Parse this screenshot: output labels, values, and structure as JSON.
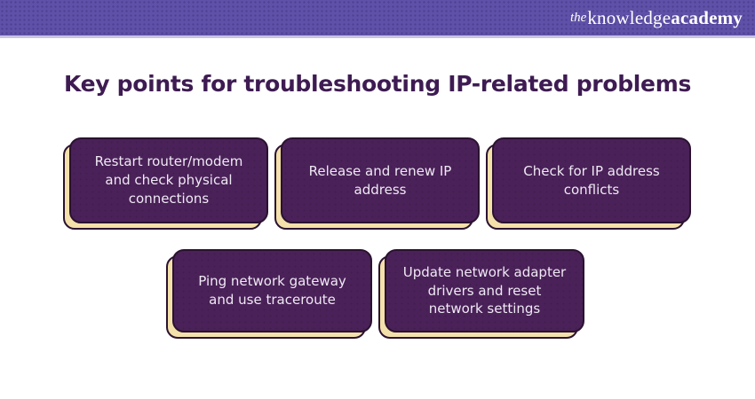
{
  "brand": {
    "the": "the",
    "knowledge": "knowledge",
    "academy": "academy"
  },
  "title": "Key points for troubleshooting IP-related problems",
  "cards": [
    {
      "text": "Restart router/modem and check physical connections"
    },
    {
      "text": "Release and renew IP address"
    },
    {
      "text": "Check for IP address conflicts"
    },
    {
      "text": "Ping network gateway and use traceroute"
    },
    {
      "text": "Update network adapter drivers and reset network settings"
    }
  ],
  "colors": {
    "header_purple": "#5F51A8",
    "header_bottom_line": "#C9C3E6",
    "title_purple": "#3E1B52",
    "card_purple": "#4A2158",
    "card_border": "#2B1230",
    "card_shadow_cream": "#F3E0AA",
    "card_text": "#EFE9F4",
    "background": "#FFFFFF"
  }
}
